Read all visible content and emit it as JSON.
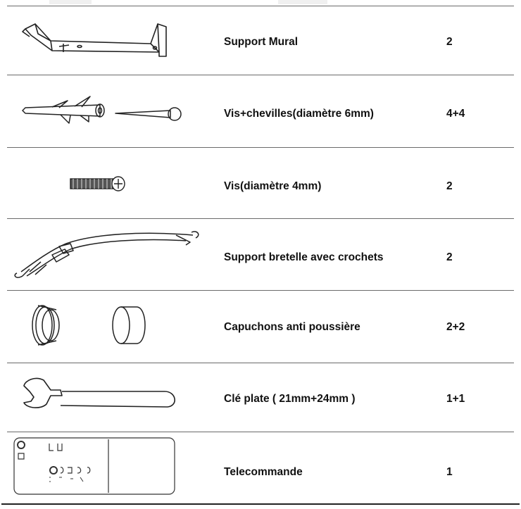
{
  "table": {
    "rows": [
      {
        "icon": "wall-bracket-icon",
        "label": "Support Mural",
        "qty": "2"
      },
      {
        "icon": "screw-and-anchor-icon",
        "label": "Vis+chevilles(diamètre 6mm)",
        "qty": "4+4"
      },
      {
        "icon": "screw-icon",
        "label": "Vis(diamètre 4mm)",
        "qty": "2"
      },
      {
        "icon": "strap-with-hooks-icon",
        "label": "Support bretelle avec crochets",
        "qty": "2"
      },
      {
        "icon": "dust-caps-icon",
        "label": "Capuchons anti poussière",
        "qty": "2+2"
      },
      {
        "icon": "wrench-icon",
        "label": "Clé plate ( 21mm+24mm )",
        "qty": "1+1"
      },
      {
        "icon": "remote-control-icon",
        "label": "Telecommande",
        "qty": "1"
      }
    ]
  }
}
